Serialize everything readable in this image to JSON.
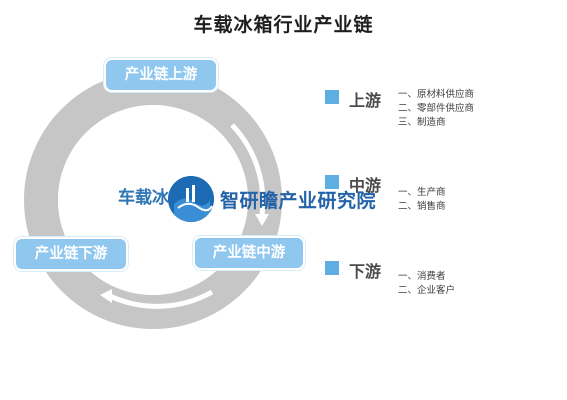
{
  "title": "车载冰箱行业产业链",
  "center_label": "车载冰箱",
  "watermark_text": "智研瞻产业研究院",
  "pills": {
    "upstream": "产业链上游",
    "midstream": "产业链中游",
    "downstream": "产业链下游"
  },
  "legend": [
    {
      "label": "上游",
      "items": [
        "一、原材料供应商",
        "二、零部件供应商",
        "三、制造商"
      ]
    },
    {
      "label": "中游",
      "items": [
        "一、生产商",
        "二、销售商"
      ]
    },
    {
      "label": "下游",
      "items": [
        "一、消费者",
        "二、企业客户"
      ]
    }
  ],
  "colors": {
    "ring": "#c9c9c9",
    "ring_inner": "#d6d6d6",
    "pill": "#8fc7ef",
    "legend_square": "#5daee3",
    "watermark": "#2463a8"
  }
}
